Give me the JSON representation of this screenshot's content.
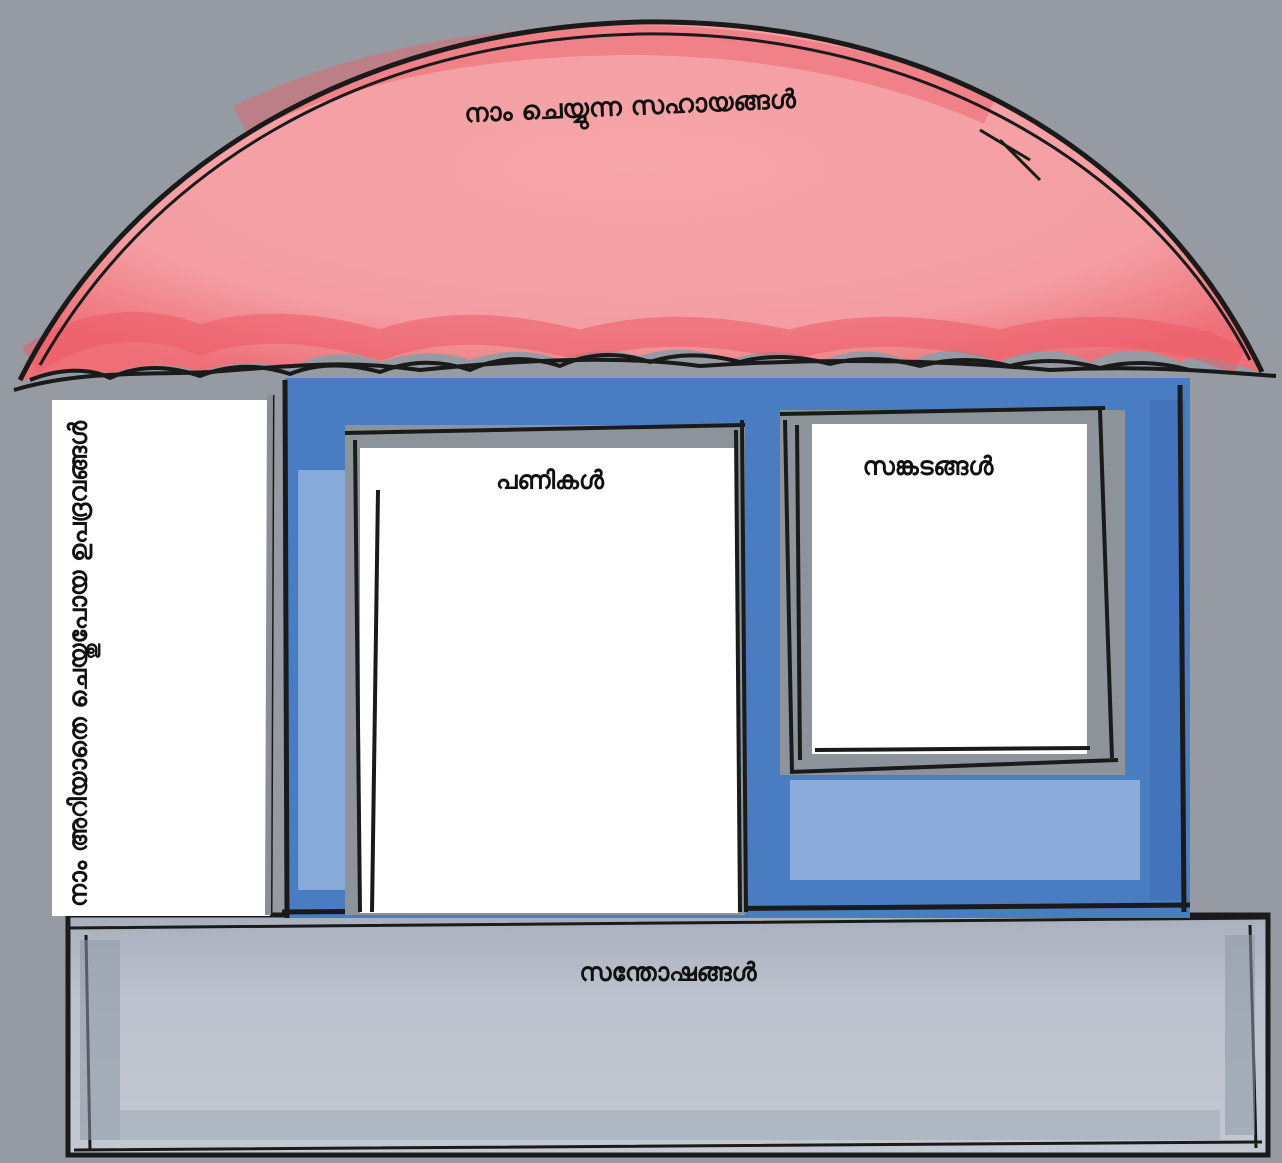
{
  "diagram": {
    "roof": {
      "label": "നാം ചെയ്യുന്ന സഹായങ്ങൾ",
      "color": "#f4a0a5",
      "edge_color": "#ec5a66"
    },
    "pillar": {
      "label": "നാം അറിയാതെ ചെയ്തുപോയ ഉപദ്രവങ്ങൾ",
      "color": "#ffffff"
    },
    "door": {
      "label": "പണികൾ",
      "color": "#ffffff"
    },
    "window": {
      "label": "സങ്കടങ്ങൾ",
      "color": "#ffffff"
    },
    "base": {
      "label": "സന്തോഷങ്ങൾ",
      "color": "#b9bfcb"
    },
    "wall": {
      "color": "#4a7cc2",
      "light_color": "#93b3df"
    },
    "background": "#969ba3"
  }
}
